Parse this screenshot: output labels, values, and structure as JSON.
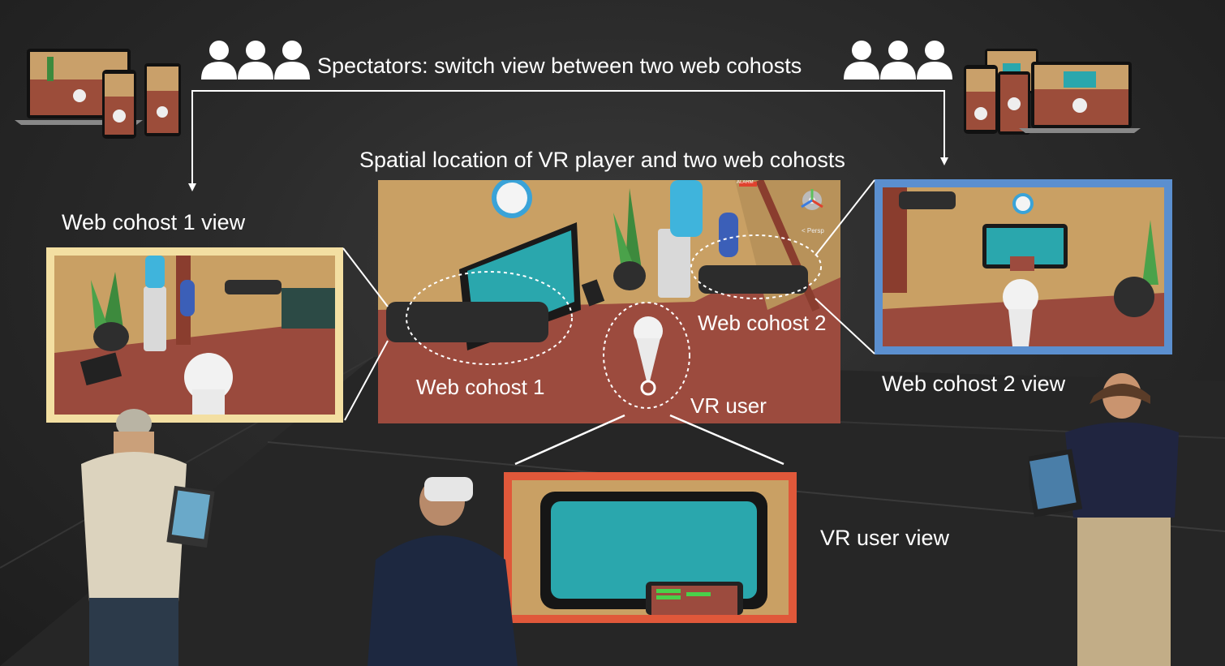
{
  "header": {
    "spectators_text": "Spectators: switch view between two web cohosts"
  },
  "center": {
    "title": "Spatial location of VR player and two web cohosts",
    "labels": {
      "cohost1": "Web cohost 1",
      "cohost2": "Web cohost 2",
      "vr_user": "VR user"
    },
    "scene_hud": {
      "persp": "< Persp",
      "alarm": "ALARM"
    }
  },
  "views": {
    "cohost1": "Web cohost 1 view",
    "cohost2": "Web cohost 2 view",
    "vr_user": "VR user view"
  },
  "colors": {
    "cohost1_frame": "#f3dfa2",
    "cohost2_frame": "#5b8fcf",
    "vr_frame": "#e0583a",
    "background": "#2b2b2b"
  }
}
